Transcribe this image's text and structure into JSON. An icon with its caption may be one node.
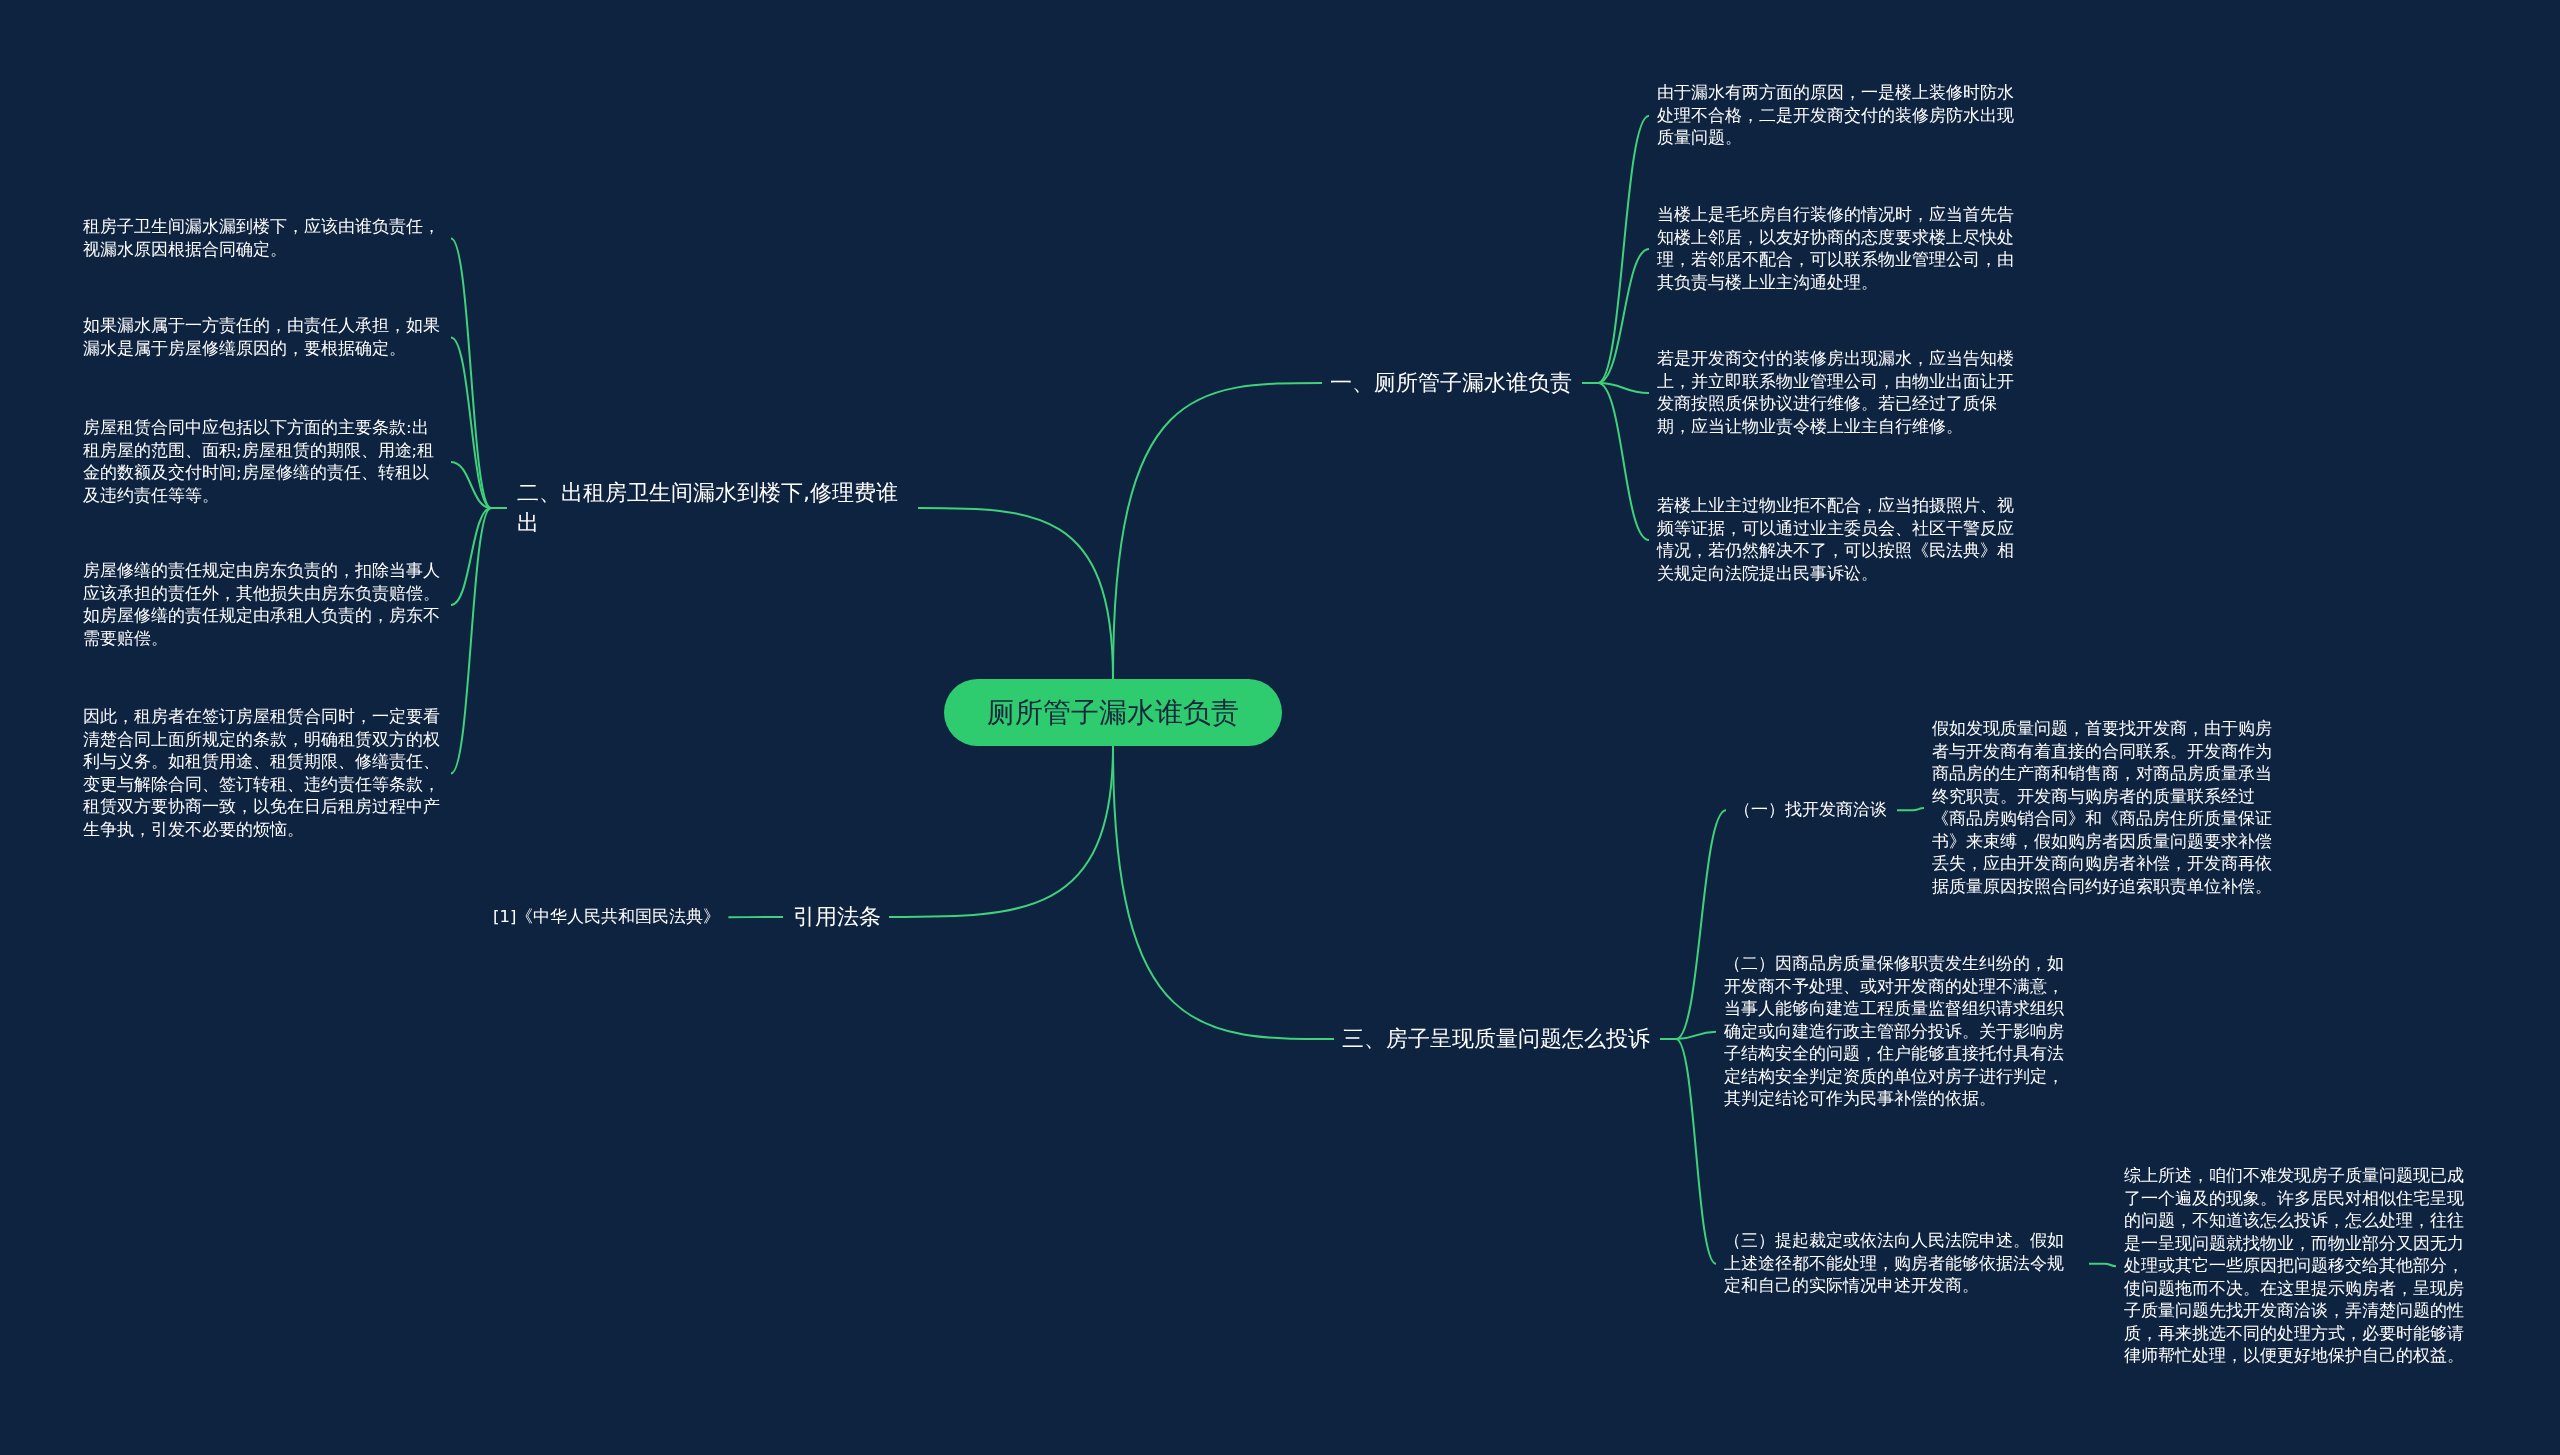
{
  "diagram": {
    "nodes": [
      {
        "text": [
          "厕所管子漏水谁负责"
        ]
      },
      {
        "text": [
          "一、厕所管子漏水谁负责"
        ]
      },
      {
        "text": [
          "由于漏水有两方面的原因，一是楼上装修时防水处理不合格，二是开发商交付的装修房防水出现质量问题。"
        ]
      },
      {
        "text": [
          "当楼上是毛坯房自行装修的情况时，应当首先告知楼上邻居，以友好协商的态度要求楼上尽快处理，若邻居不配合，可以联系物业管理公司，由其负责与楼上业主沟通处理。"
        ]
      },
      {
        "text": [
          "若是开发商交付的装修房出现漏水，应当告知楼上，并立即联系物业管理公司，由物业出面让开发商按照质保协议进行维修。若已经过了质保期，应当让物业责令楼上业主自行维修。"
        ]
      },
      {
        "text": [
          "若楼上业主过物业拒不配合，应当拍摄照片、视频等证据，可以通过业主委员会、社区干警反应情况，若仍然解决不了，可以按照《民法典》相关规定向法院提出民事诉讼。"
        ]
      },
      {
        "text": [
          "二、出租房卫生间漏水到楼下,修理费谁出"
        ]
      },
      {
        "text": [
          "租房子卫生间漏水漏到楼下，应该由谁负责任，视漏水原因根据合同确定。"
        ]
      },
      {
        "text": [
          "如果漏水属于一方责任的，由责任人承担，如果漏水是属于房屋修缮原因的，要根据确定。"
        ]
      },
      {
        "text": [
          "房屋租赁合同中应包括以下方面的主要条款:出租房屋的范围、面积;房屋租赁的期限、用途;租金的数额及交付时间;房屋修缮的责任、转租以及违约责任等等。"
        ]
      },
      {
        "text": [
          "房屋修缮的责任规定由房东负责的，扣除当事人应该承担的责任外，其他损失由房东负责赔偿。如房屋修缮的责任规定由承租人负责的，房东不需要赔偿。"
        ]
      },
      {
        "text": [
          "因此，租房者在签订房屋租赁合同时，一定要看清楚合同上面所规定的条款，明确租赁双方的权利与义务。如租赁用途、租赁期限、修缮责任、变更与解除合同、签订转租、违约责任等条款，租赁双方要协商一致，以免在日后租房过程中产生争执，引发不必要的烦恼。"
        ]
      },
      {
        "text": [
          "引用法条"
        ]
      },
      {
        "text": [
          "[1]《中华人民共和国民法典》"
        ]
      },
      {
        "text": [
          "三、房子呈现质量问题怎么投诉"
        ]
      },
      {
        "text": [
          "（一）找开发商洽谈"
        ]
      },
      {
        "text": [
          "假如发现质量问题，首要找开发商，由于购房者与开发商有着直接的合同联系。开发商作为商品房的生产商和销售商，对商品房质量承当终究职责。开发商与购房者的质量联系经过《商品房购销合同》和《商品房住所质量保证书》来束缚，假如购房者因质量问题要求补偿丢失，应由开发商向购房者补偿，开发商再依据质量原因按照合同约好追索职责单位补偿。"
        ]
      },
      {
        "text": [
          "（二）因商品房质量保修职责发生纠纷的，如开发商不予处理、或对开发商的处理不满意，当事人能够向建造工程质量监督组织请求组织确定或向建造行政主管部分投诉。关于影响房子结构安全的问题，住户能够直接托付具有法定结构安全判定资质的单位对房子进行判定，其判定结论可作为民事补偿的依据。"
        ]
      },
      {
        "text": [
          "（三）提起裁定或依法向人民法院申述。假如上述途径都不能处理，购房者能够依据法令规定和自己的实际情况申述开发商。"
        ]
      },
      {
        "text": [
          "综上所述，咱们不难发现房子质量问题现已成了一个遍及的现象。许多居民对相似住宅呈现的问题，不知道该怎么投诉，怎么处理，往往是一呈现问题就找物业，而物业部分又因无力处理或其它一些原因把问题移交给其他部分，使问题拖而不决。在这里提示购房者，呈现房子质量问题先找开发商洽谈，弄清楚问题的性质，再来挑选不同的处理方式，必要时能够请律师帮忙处理，以便更好地保护自己的权益。"
        ]
      }
    ],
    "edges": [
      {
        "from": 0,
        "to": 1,
        "arrow": "none"
      },
      {
        "from": 1,
        "to": 2,
        "arrow": "none"
      },
      {
        "from": 1,
        "to": 3,
        "arrow": "none"
      },
      {
        "from": 1,
        "to": 4,
        "arrow": "none"
      },
      {
        "from": 1,
        "to": 5,
        "arrow": "none"
      },
      {
        "from": 0,
        "to": 6,
        "arrow": "none"
      },
      {
        "from": 6,
        "to": 7,
        "arrow": "none"
      },
      {
        "from": 6,
        "to": 8,
        "arrow": "none"
      },
      {
        "from": 6,
        "to": 9,
        "arrow": "none"
      },
      {
        "from": 6,
        "to": 10,
        "arrow": "none"
      },
      {
        "from": 6,
        "to": 11,
        "arrow": "none"
      },
      {
        "from": 0,
        "to": 12,
        "arrow": "none"
      },
      {
        "from": 12,
        "to": 13,
        "arrow": "none"
      },
      {
        "from": 0,
        "to": 14,
        "arrow": "none"
      },
      {
        "from": 14,
        "to": 15,
        "arrow": "none"
      },
      {
        "from": 15,
        "to": 16,
        "arrow": "none"
      },
      {
        "from": 14,
        "to": 17,
        "arrow": "none"
      },
      {
        "from": 14,
        "to": 18,
        "arrow": "none"
      },
      {
        "from": 18,
        "to": 19,
        "arrow": "none"
      }
    ]
  }
}
